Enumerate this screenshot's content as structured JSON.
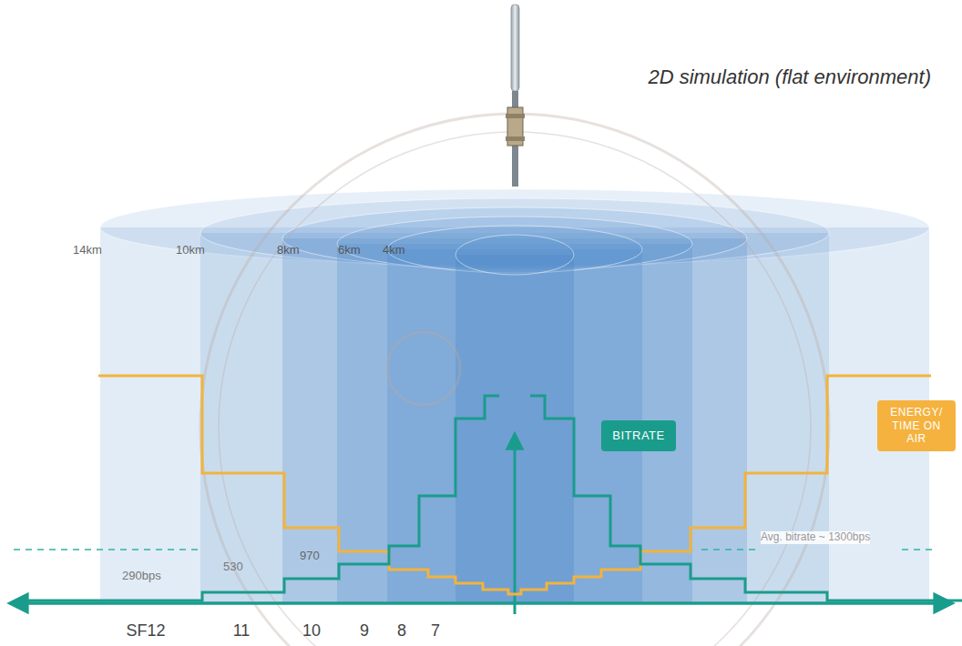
{
  "diagram": {
    "title": "2D simulation (flat environment)",
    "nodes": [
      {
        "text": [
          "BITRATE"
        ]
      },
      {
        "text": [
          "ENERGY/ TIME ON AIR"
        ]
      }
    ],
    "labels": [
      "14km",
      "10km",
      "8km",
      "6km",
      "4km",
      "290bps",
      "530",
      "970",
      "Avg. bitrate ~ 1300bps",
      "SF12",
      "11",
      "10",
      "9",
      "8",
      "7"
    ]
  }
}
